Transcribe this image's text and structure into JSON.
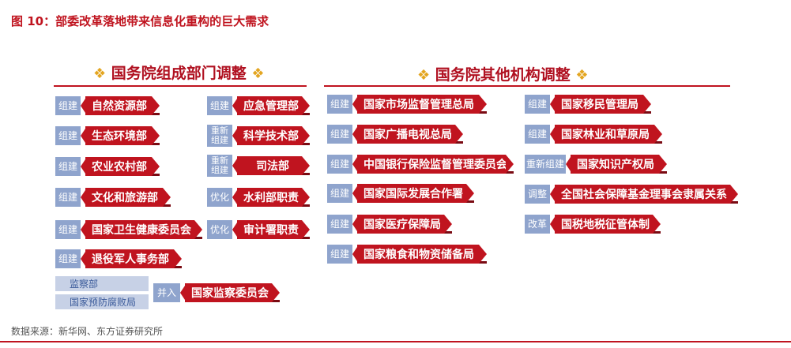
{
  "title": "图  10：部委改革落地带来信息化重构的巨大需求",
  "left_section": {
    "title": "国务院组成部门调整",
    "col1": [
      {
        "action": "组建",
        "label": "自然资源部"
      },
      {
        "action": "组建",
        "label": "生态环境部"
      },
      {
        "action": "组建",
        "label": "农业农村部"
      },
      {
        "action": "组建",
        "label": "文化和旅游部"
      },
      {
        "action": "组建",
        "label": "国家卫生健康委员会"
      },
      {
        "action": "组建",
        "label": "退役军人事务部"
      }
    ],
    "col2": [
      {
        "action": "组建",
        "label": "应急管理部"
      },
      {
        "action": "重新组建",
        "label": "科学技术部"
      },
      {
        "action": "重新组建",
        "label": "司法部"
      },
      {
        "action": "优化",
        "label": "水利部职责"
      },
      {
        "action": "优化",
        "label": "审计署职责"
      }
    ],
    "merge": {
      "sources": [
        "监察部",
        "国家预防腐败局"
      ],
      "action": "并入",
      "target": "国家监察委员会"
    }
  },
  "right_section": {
    "title": "国务院其他机构调整",
    "col1": [
      {
        "action": "组建",
        "label": "国家市场监督管理总局"
      },
      {
        "action": "组建",
        "label": "国家广播电视总局"
      },
      {
        "action": "组建",
        "label": "中国银行保险监督管理委员会"
      },
      {
        "action": "组建",
        "label": "国家国际发展合作署"
      },
      {
        "action": "组建",
        "label": "国家医疗保障局"
      },
      {
        "action": "组建",
        "label": "国家粮食和物资储备局"
      }
    ],
    "col2": [
      {
        "action": "组建",
        "label": "国家移民管理局"
      },
      {
        "action": "组建",
        "label": "国家林业和草原局"
      },
      {
        "action": "重新组建",
        "label": "国家知识产权局"
      },
      {
        "action": "调整",
        "label": "全国社会保障基金理事会隶属关系"
      },
      {
        "action": "改革",
        "label": "国税地税征管体制"
      }
    ]
  },
  "source": "数据来源：新华网、东方证券研究所",
  "colors": {
    "accent_red": "#c0141f",
    "action_blue": "#8fa4cd",
    "diamond_gold": "#e3a520"
  }
}
